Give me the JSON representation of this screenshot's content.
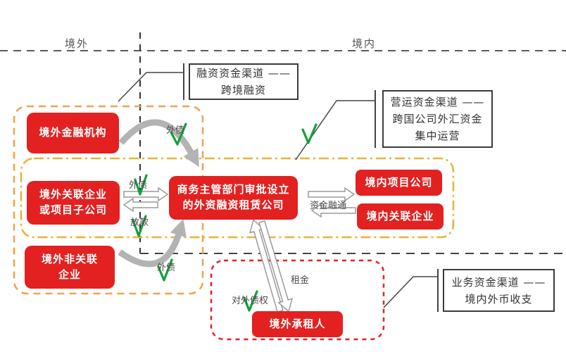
{
  "boundary": {
    "overseas": "境外",
    "domestic": "境内"
  },
  "callouts": {
    "financing": {
      "line1": "融资资金渠道 ——",
      "line2": "跨境融资"
    },
    "operating": {
      "line1": "营运资金渠道 ——",
      "line2": "跨国公司外汇资金",
      "line3": "集中运营"
    },
    "business": {
      "line1": "业务资金渠道 ——",
      "line2": "境内外币收支"
    }
  },
  "nodes": {
    "overseas_financial": "境外金融机构",
    "overseas_affiliate": {
      "line1": "境外关联企业",
      "line2": "或项目子公司"
    },
    "overseas_nonaffiliate": {
      "line1": "境外非关联",
      "line2": "企业"
    },
    "center": {
      "line1": "商务主管部门审批设立",
      "line2": "的外资融资租赁公司"
    },
    "domestic_project": "境内项目公司",
    "domestic_affiliate": "境内关联企业",
    "overseas_lessee": "境外承租人"
  },
  "labels": {
    "foreign_debt_top": "外债",
    "foreign_debt_mid": "外债",
    "lending": "放款",
    "foreign_debt_bottom": "外债",
    "funds_financing": "资金融通",
    "rent": "租金",
    "external_claims": "对外债权"
  },
  "colors": {
    "node_red": "#e22120",
    "container_orange": "#eca44d",
    "container_yellow": "#e4b43a",
    "container_red_dashed": "#e42222",
    "check_green": "#14a03c",
    "arrow_gray": "#b3b3b3"
  }
}
